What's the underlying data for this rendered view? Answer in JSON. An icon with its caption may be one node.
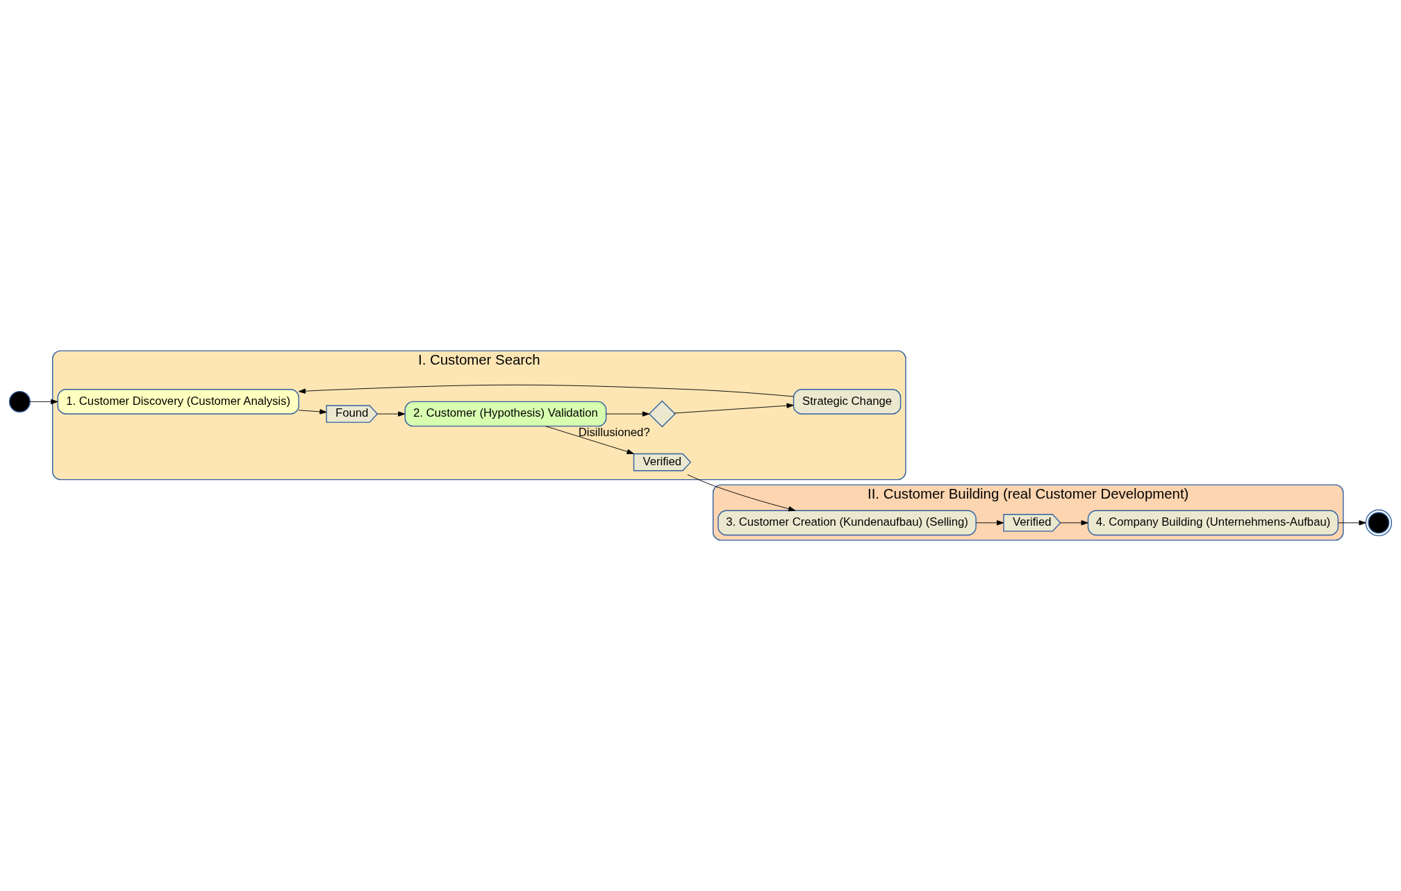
{
  "diagram": {
    "nodes": [
      {
        "text": [],
        "shape": "circle"
      },
      {
        "text": [
          "I. Customer Search"
        ]
      },
      {
        "text": [
          "1. Customer Discovery (Customer Analysis)"
        ],
        "in": 1
      },
      {
        "text": [
          "Found"
        ],
        "in": 1
      },
      {
        "text": [
          "2. Customer (Hypothesis) Validation"
        ],
        "in": 1
      },
      {
        "text": [
          "Verified"
        ],
        "in": 1
      },
      {
        "text": [
          "Strategic Change"
        ],
        "in": 1
      },
      {
        "text": [],
        "shape": "diamond",
        "beside": [
          "Disillusioned?"
        ],
        "in": 1
      },
      {
        "text": [],
        "shape": "circle"
      },
      {
        "text": [
          "II. Customer Building (real Customer Development)"
        ]
      },
      {
        "text": [
          "3. Customer Creation (Kundenaufbau) (Selling)"
        ],
        "in": 9
      },
      {
        "text": [
          "Verified"
        ],
        "in": 9
      },
      {
        "text": [
          "4. Company Building (Unternehmens-Aufbau)"
        ],
        "in": 9
      }
    ],
    "edges": [
      {
        "from": 0,
        "to": 2,
        "arrow": "to"
      },
      {
        "from": 2,
        "to": 3,
        "arrow": "to"
      },
      {
        "from": 3,
        "to": 4,
        "arrow": "to"
      },
      {
        "from": 4,
        "to": 5,
        "arrow": "to"
      },
      {
        "from": 4,
        "to": 7,
        "arrow": "to"
      },
      {
        "from": 7,
        "to": 6,
        "arrow": "to"
      },
      {
        "from": 6,
        "to": 2,
        "arrow": "to"
      },
      {
        "from": 5,
        "to": 10,
        "arrow": "to"
      },
      {
        "from": 10,
        "to": 11,
        "arrow": "to"
      },
      {
        "from": 11,
        "to": 12,
        "arrow": "to"
      },
      {
        "from": 12,
        "to": 8,
        "arrow": "to"
      }
    ]
  }
}
